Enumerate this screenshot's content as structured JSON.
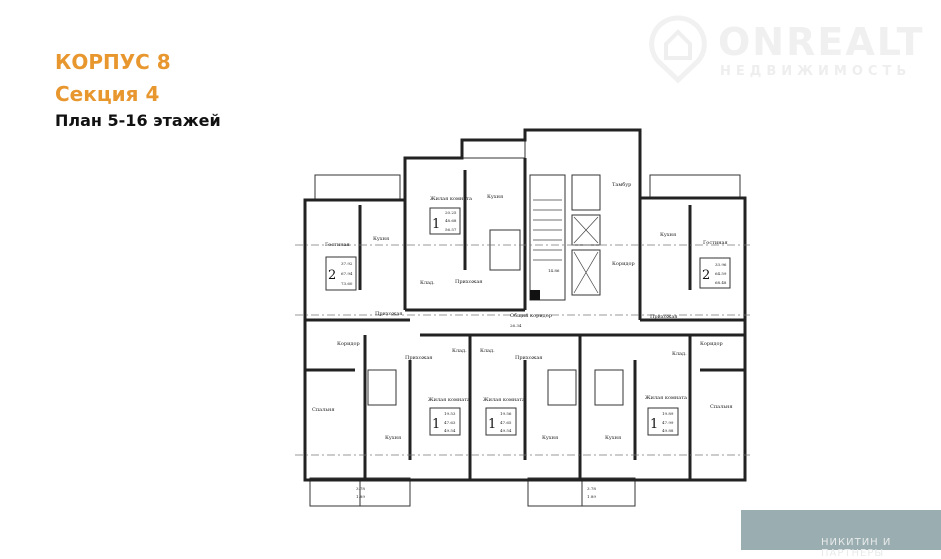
{
  "header": {
    "building": "КОРПУС 8",
    "section": "Секция 4",
    "plan": "План 5-16 этажей"
  },
  "watermark": {
    "name": "ONREALT",
    "subtitle": "НЕДВИЖИМОСТЬ"
  },
  "badge": {
    "text": "НИКИТИН И ПАРТНЕРЫ"
  },
  "colors": {
    "accent": "#e8972f",
    "badge": "#9aaeb2"
  },
  "plan": {
    "apartments": [
      {
        "rooms": "2",
        "areas": [
          "37.92",
          "67.94",
          "73.60"
        ],
        "labels": [
          "Гостиная",
          "Кухня",
          "Прихожая"
        ]
      },
      {
        "rooms": "1",
        "areas": [
          "20.25",
          "48.68",
          "56.57"
        ],
        "labels": [
          "Жилая комната",
          "Кухня",
          "Прихожая",
          "Клад."
        ]
      },
      {
        "rooms": "2",
        "areas": [
          "33.96",
          "64.59",
          "68.48"
        ],
        "labels": [
          "Кухня",
          "Гостиная",
          "Прихожая"
        ]
      },
      {
        "rooms": "1",
        "areas": [
          "19.53",
          "47.63",
          "49.54"
        ],
        "labels": [
          "Жилая комната",
          "Кухня",
          "Прихожая",
          "Клад."
        ]
      },
      {
        "rooms": "1",
        "areas": [
          "19.56",
          "47.65",
          "49.54"
        ],
        "labels": [
          "Жилая комната",
          "Кухня",
          "Прихожая",
          "Клад."
        ]
      },
      {
        "rooms": "1",
        "areas": [
          "19.89",
          "47.99",
          "49.88"
        ],
        "labels": [
          "Жилая комната",
          "Кухня",
          "Клад."
        ]
      }
    ],
    "common": {
      "corridor": "Общий коридор",
      "corridor_area": "26.34",
      "vestibule": "Тамбур",
      "hall": "Коридор",
      "bedroom_left": "Спальня",
      "bedroom_right": "Спальня",
      "corridor_left": "Коридор",
      "corridor_right": "Коридор",
      "stair_area": "14.86",
      "balcony_a": "3.78",
      "balcony_b": "1.89"
    }
  }
}
